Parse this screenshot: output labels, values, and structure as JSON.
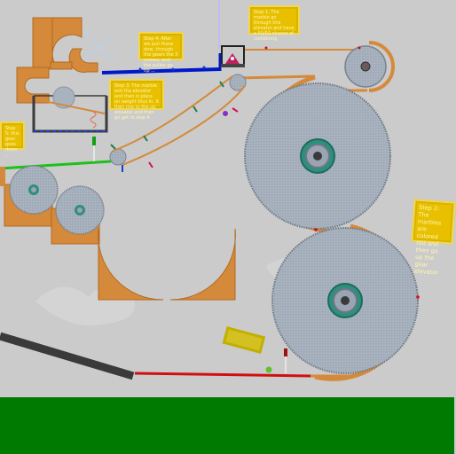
{
  "scene": {
    "colors": {
      "background": "#cbcbcb",
      "ground": "#007a00",
      "wood": "#d48a3a",
      "gear": "#a9b3c0",
      "hub": "#2e8f7c",
      "note": "#e8c000",
      "blue_rail": "#0018c8",
      "green_rail": "#1ec01e",
      "red_rail": "#d01010",
      "ramp": "#3a3a3a"
    },
    "notes": [
      {
        "text": "Step 4: After we pull these dow, through the gears the 3 screws, and the pulley go tip ..."
      },
      {
        "text": "Step 3: The marble exit the elevator and then is place on weight thus in. It then rise to the up elevator and then go get to step 4"
      },
      {
        "text": "Step 1: The marble go through this elevator and have a 50/50 chance of combining"
      },
      {
        "text": "Step 2: The marbles are colored red and then go up the gear elevator"
      },
      {
        "text": "Step 5: this gear goes down ..."
      }
    ],
    "icons": [
      "gear-icon",
      "marble-icon",
      "pulley-icon"
    ]
  }
}
